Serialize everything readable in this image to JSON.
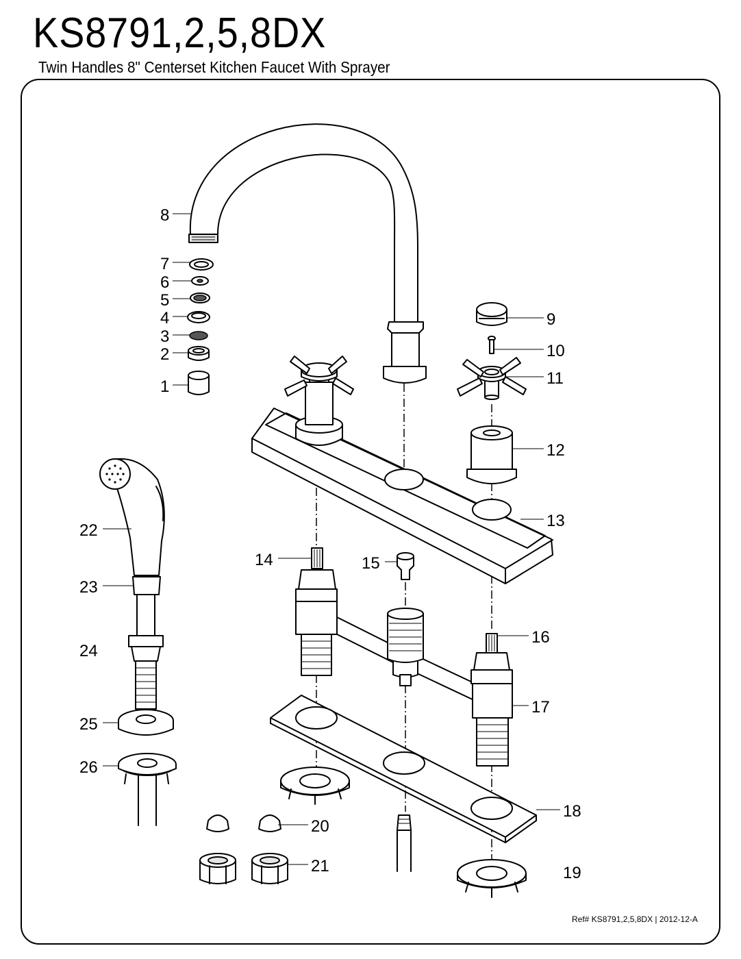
{
  "header": {
    "model": "KS8791,2,5,8DX",
    "description": "Twin Handles 8\" Centerset Kitchen Faucet With Sprayer"
  },
  "footer": {
    "reference": "Ref# KS8791,2,5,8DX | 2012-12-A"
  },
  "parts": [
    {
      "number": "1"
    },
    {
      "number": "2"
    },
    {
      "number": "3"
    },
    {
      "number": "4"
    },
    {
      "number": "5"
    },
    {
      "number": "6"
    },
    {
      "number": "7"
    },
    {
      "number": "8"
    },
    {
      "number": "9"
    },
    {
      "number": "10"
    },
    {
      "number": "11"
    },
    {
      "number": "12"
    },
    {
      "number": "13"
    },
    {
      "number": "14"
    },
    {
      "number": "15"
    },
    {
      "number": "16"
    },
    {
      "number": "17"
    },
    {
      "number": "18"
    },
    {
      "number": "19"
    },
    {
      "number": "20"
    },
    {
      "number": "21"
    },
    {
      "number": "22"
    },
    {
      "number": "23"
    },
    {
      "number": "24"
    },
    {
      "number": "25"
    },
    {
      "number": "26"
    }
  ]
}
